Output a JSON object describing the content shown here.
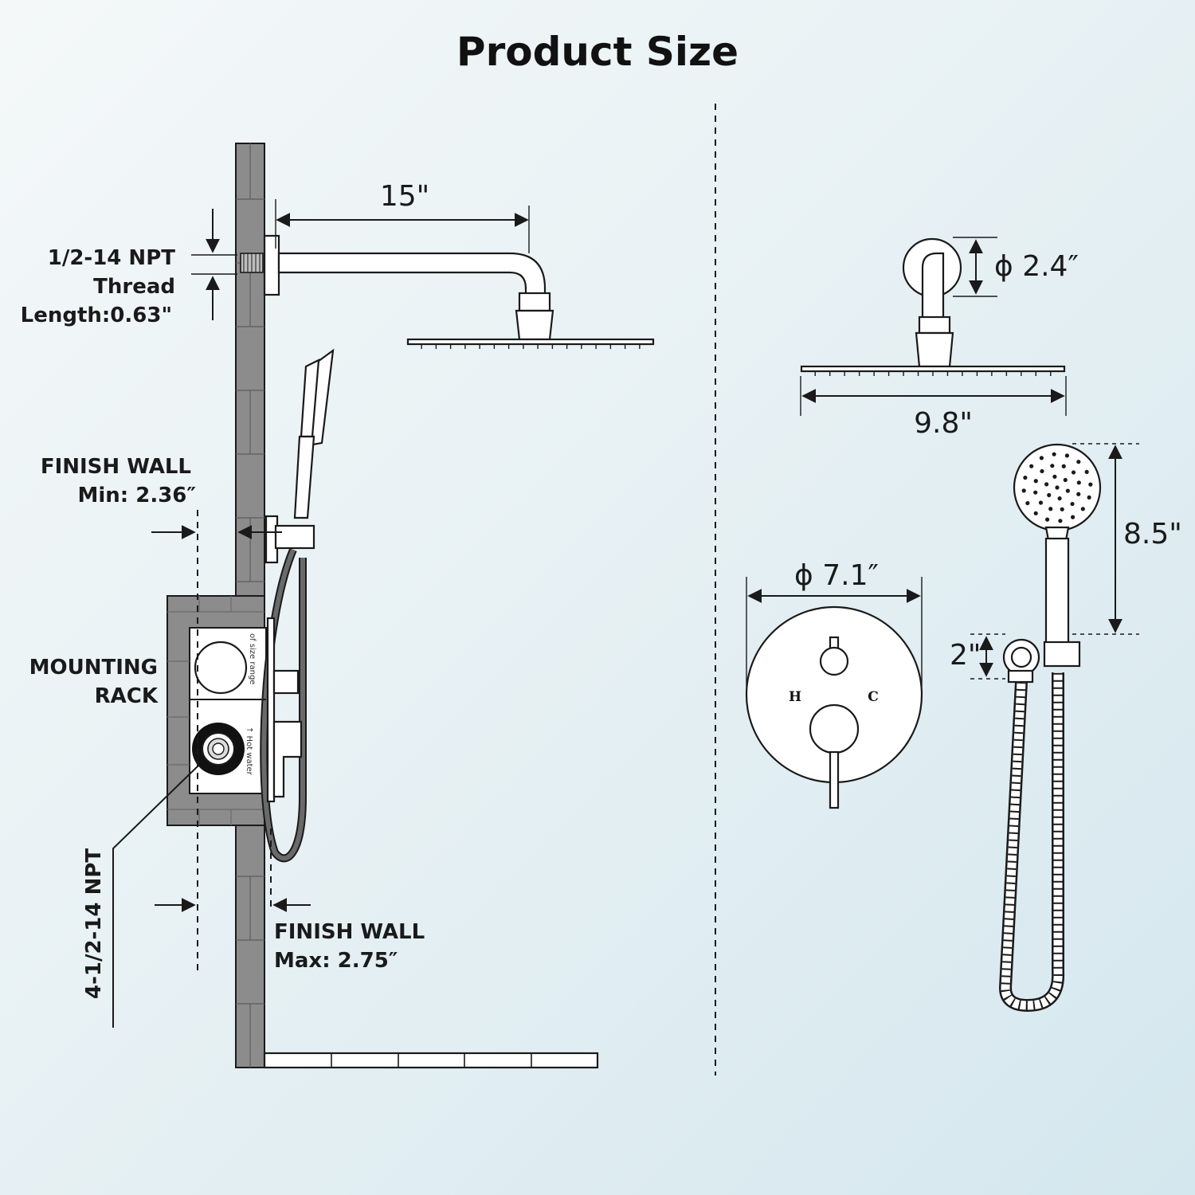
{
  "title": "Product Size",
  "left_view": {
    "arm_length": "15\"",
    "thread_label": [
      "1/2-14 NPT",
      "Thread",
      "Length:0.63\""
    ],
    "finish_wall_min": [
      "FINISH WALL",
      "Min: 2.36″"
    ],
    "mounting_rack": [
      "MOUNTING",
      "RACK"
    ],
    "inlet_label": "4-1/2-14 NPT",
    "finish_wall_max": [
      "FINISH WALL",
      "Max: 2.75″"
    ],
    "valve_body_text": [
      "of size range",
      "↑ Hot water"
    ]
  },
  "right_view": {
    "flange_diameter": "ϕ 2.4″",
    "shower_head_width": "9.8\"",
    "handheld_length": "8.5\"",
    "holder_height": "2\"",
    "trim_diameter": "ϕ 7.1″",
    "hot_label": "H",
    "cold_label": "C"
  },
  "colors": {
    "wall": "#8c8c8c",
    "line": "#1a1a1a",
    "background_start": "#f4f8f9",
    "background_end": "#d4e7ee"
  }
}
